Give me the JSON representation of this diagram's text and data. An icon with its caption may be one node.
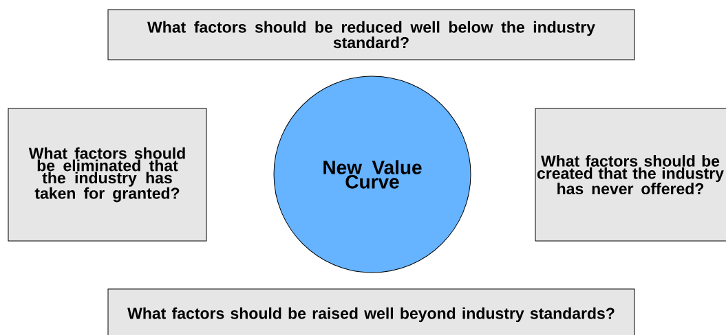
{
  "diagram": {
    "nodes": [
      {
        "text": [
          "What factors should be reduced well below the industry standard?"
        ]
      },
      {
        "text": [
          "What factors should be eliminated that the industry has taken for granted?"
        ]
      },
      {
        "text": [
          "New Value Curve"
        ]
      },
      {
        "text": [
          "What factors should be created that the industry has never offered?"
        ]
      },
      {
        "text": [
          "What factors should be raised well beyond industry standards?"
        ]
      }
    ]
  }
}
